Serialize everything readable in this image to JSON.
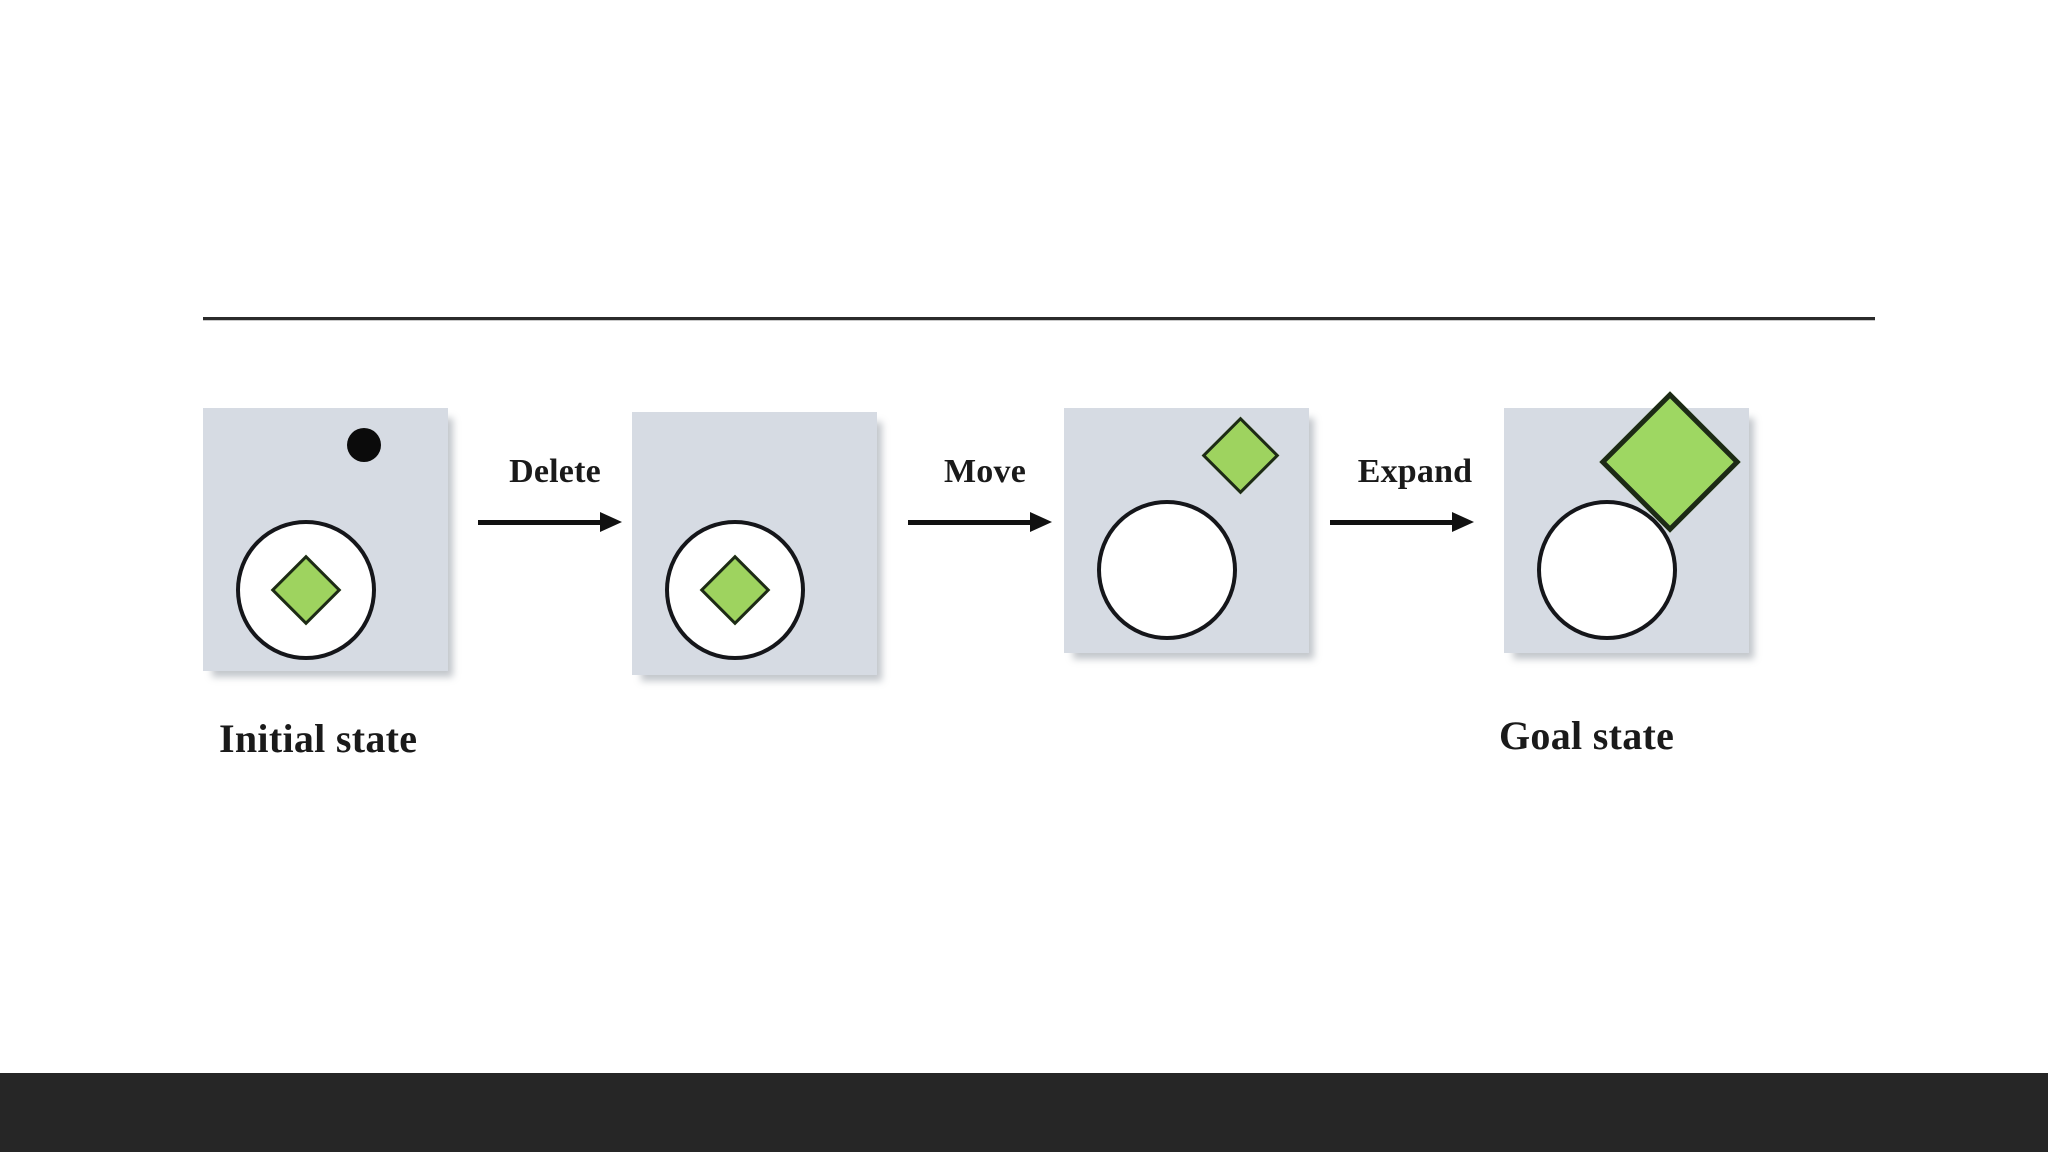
{
  "slide": {
    "background_color": "#ffffff",
    "bottom_band_color": "#262626",
    "rule_color": "#2b2b2b",
    "title_text": ""
  },
  "diagram": {
    "type": "state-transition-sequence",
    "panel_background_color": "#d6dbe3",
    "shape_outline_color": "#15161a",
    "diamond_fill_color": "#9ed35f",
    "dot_fill_color": "#0b0b0b",
    "states": [
      {
        "id": "state-1",
        "caption": "Initial state",
        "shapes": [
          {
            "kind": "dot",
            "name": "black-dot"
          },
          {
            "kind": "circle",
            "name": "white-circle"
          },
          {
            "kind": "diamond",
            "name": "green-diamond",
            "size": "small",
            "inside": "white-circle"
          }
        ]
      },
      {
        "id": "state-2",
        "caption": "",
        "shapes": [
          {
            "kind": "circle",
            "name": "white-circle"
          },
          {
            "kind": "diamond",
            "name": "green-diamond",
            "size": "small",
            "inside": "white-circle"
          }
        ]
      },
      {
        "id": "state-3",
        "caption": "",
        "shapes": [
          {
            "kind": "circle",
            "name": "white-circle"
          },
          {
            "kind": "diamond",
            "name": "green-diamond",
            "size": "small",
            "inside": "none"
          }
        ]
      },
      {
        "id": "state-4",
        "caption": "Goal state",
        "shapes": [
          {
            "kind": "circle",
            "name": "white-circle"
          },
          {
            "kind": "diamond",
            "name": "green-diamond",
            "size": "large",
            "inside": "none"
          }
        ]
      }
    ],
    "transitions": [
      {
        "id": "transition-1",
        "label": "Delete",
        "from": "state-1",
        "to": "state-2"
      },
      {
        "id": "transition-2",
        "label": "Move",
        "from": "state-2",
        "to": "state-3"
      },
      {
        "id": "transition-3",
        "label": "Expand",
        "from": "state-3",
        "to": "state-4"
      }
    ]
  }
}
